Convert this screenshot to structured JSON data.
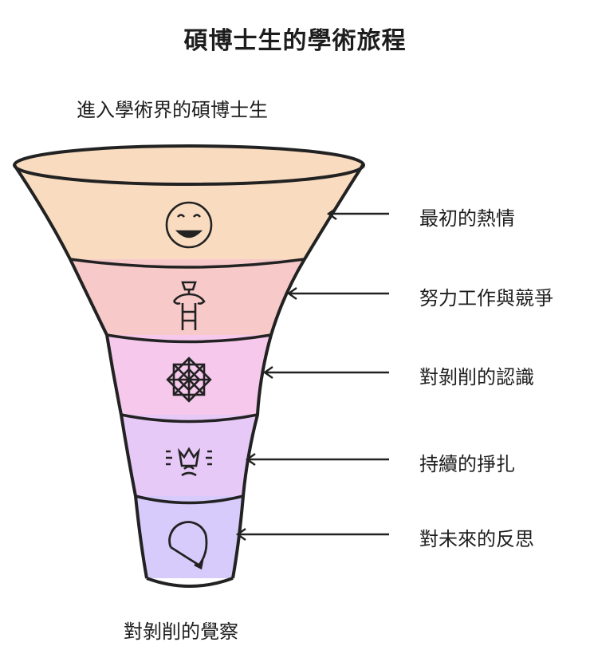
{
  "title": "碩博士生的學術旅程",
  "entry_label": "進入學術界的碩博士生",
  "exit_label": "對剝削的覺察",
  "stages": [
    {
      "label": "最初的熱情",
      "icon": "smiley-face-icon",
      "color": "#f9dcc0"
    },
    {
      "label": "努力工作與競爭",
      "icon": "trophy-ladder-icon",
      "color": "#f8c9c9"
    },
    {
      "label": "對剝削的認識",
      "icon": "ornament-icon",
      "color": "#f6c9ec"
    },
    {
      "label": "持續的掙扎",
      "icon": "sad-flower-icon",
      "color": "#e7c9f7"
    },
    {
      "label": "對未來的反思",
      "icon": "rotate-arrow-icon",
      "color": "#d6cbfb"
    }
  ]
}
